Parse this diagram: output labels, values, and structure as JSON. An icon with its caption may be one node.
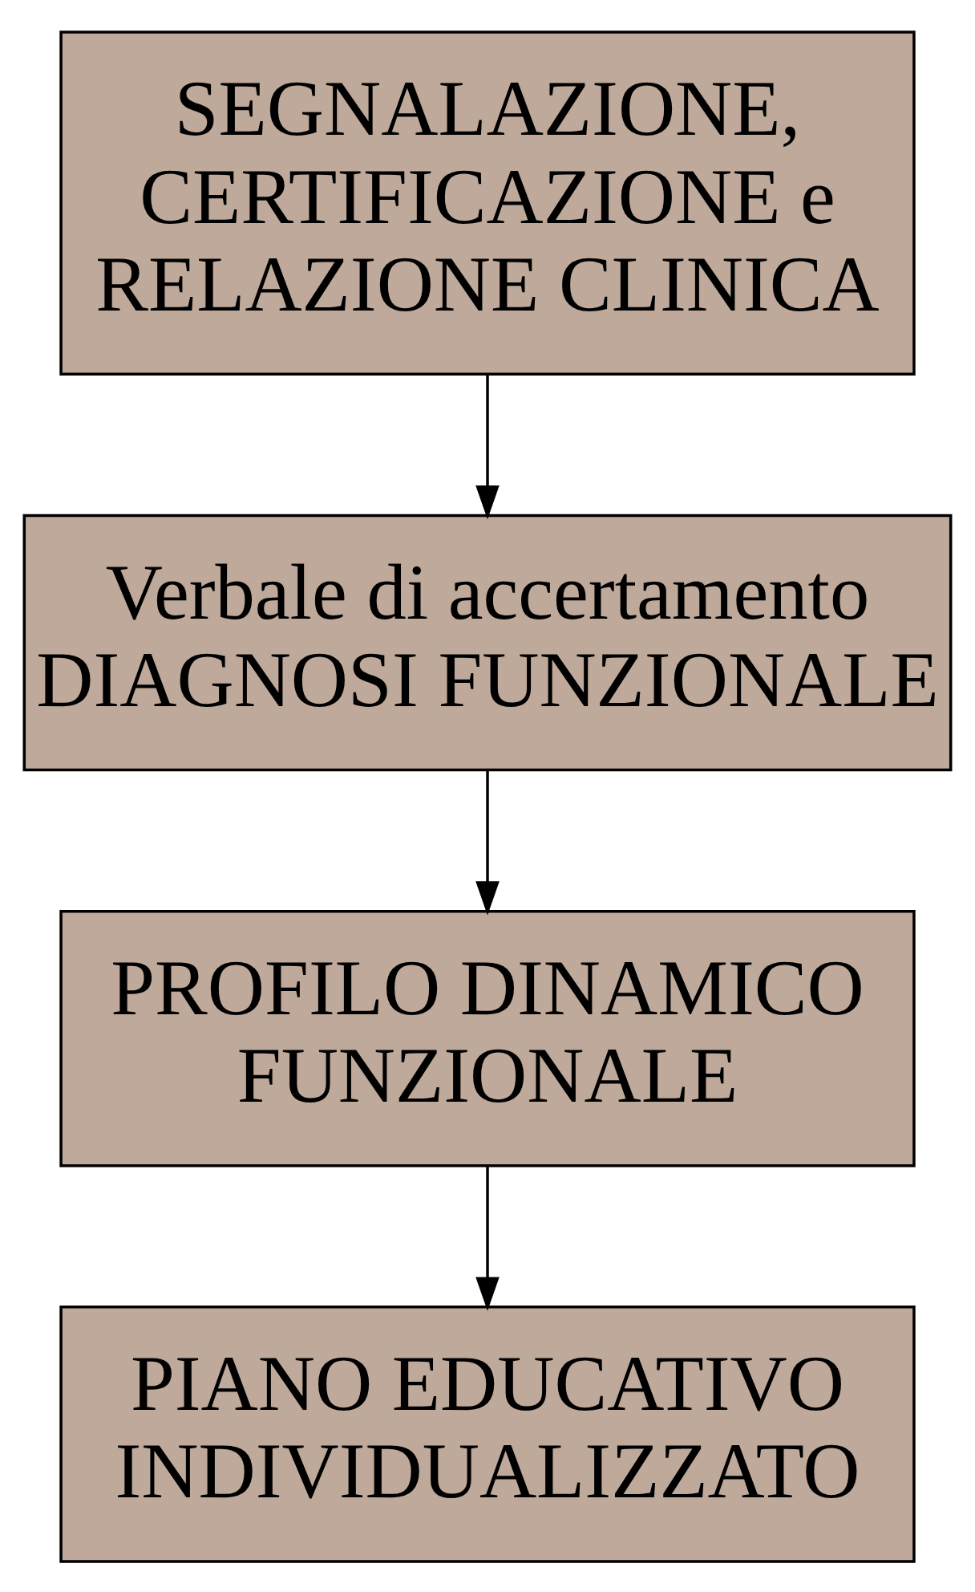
{
  "diagram": {
    "nodes": [
      {
        "text": [
          "SEGNALAZIONE, CERTIFICAZIONE e RELAZIONE CLINICA"
        ]
      },
      {
        "text": [
          "Verbale di accertamento",
          "DIAGNOSI FUNZIONALE"
        ]
      },
      {
        "text": [
          "PROFILO DINAMICO FUNZIONALE"
        ]
      },
      {
        "text": [
          "PIANO EDUCATIVO INDIVIDUALIZZATO"
        ]
      }
    ],
    "edges": [
      {
        "from": 0,
        "to": 1,
        "arrow": "to"
      },
      {
        "from": 1,
        "to": 2,
        "arrow": "to"
      },
      {
        "from": 2,
        "to": 3,
        "arrow": "to"
      }
    ]
  }
}
